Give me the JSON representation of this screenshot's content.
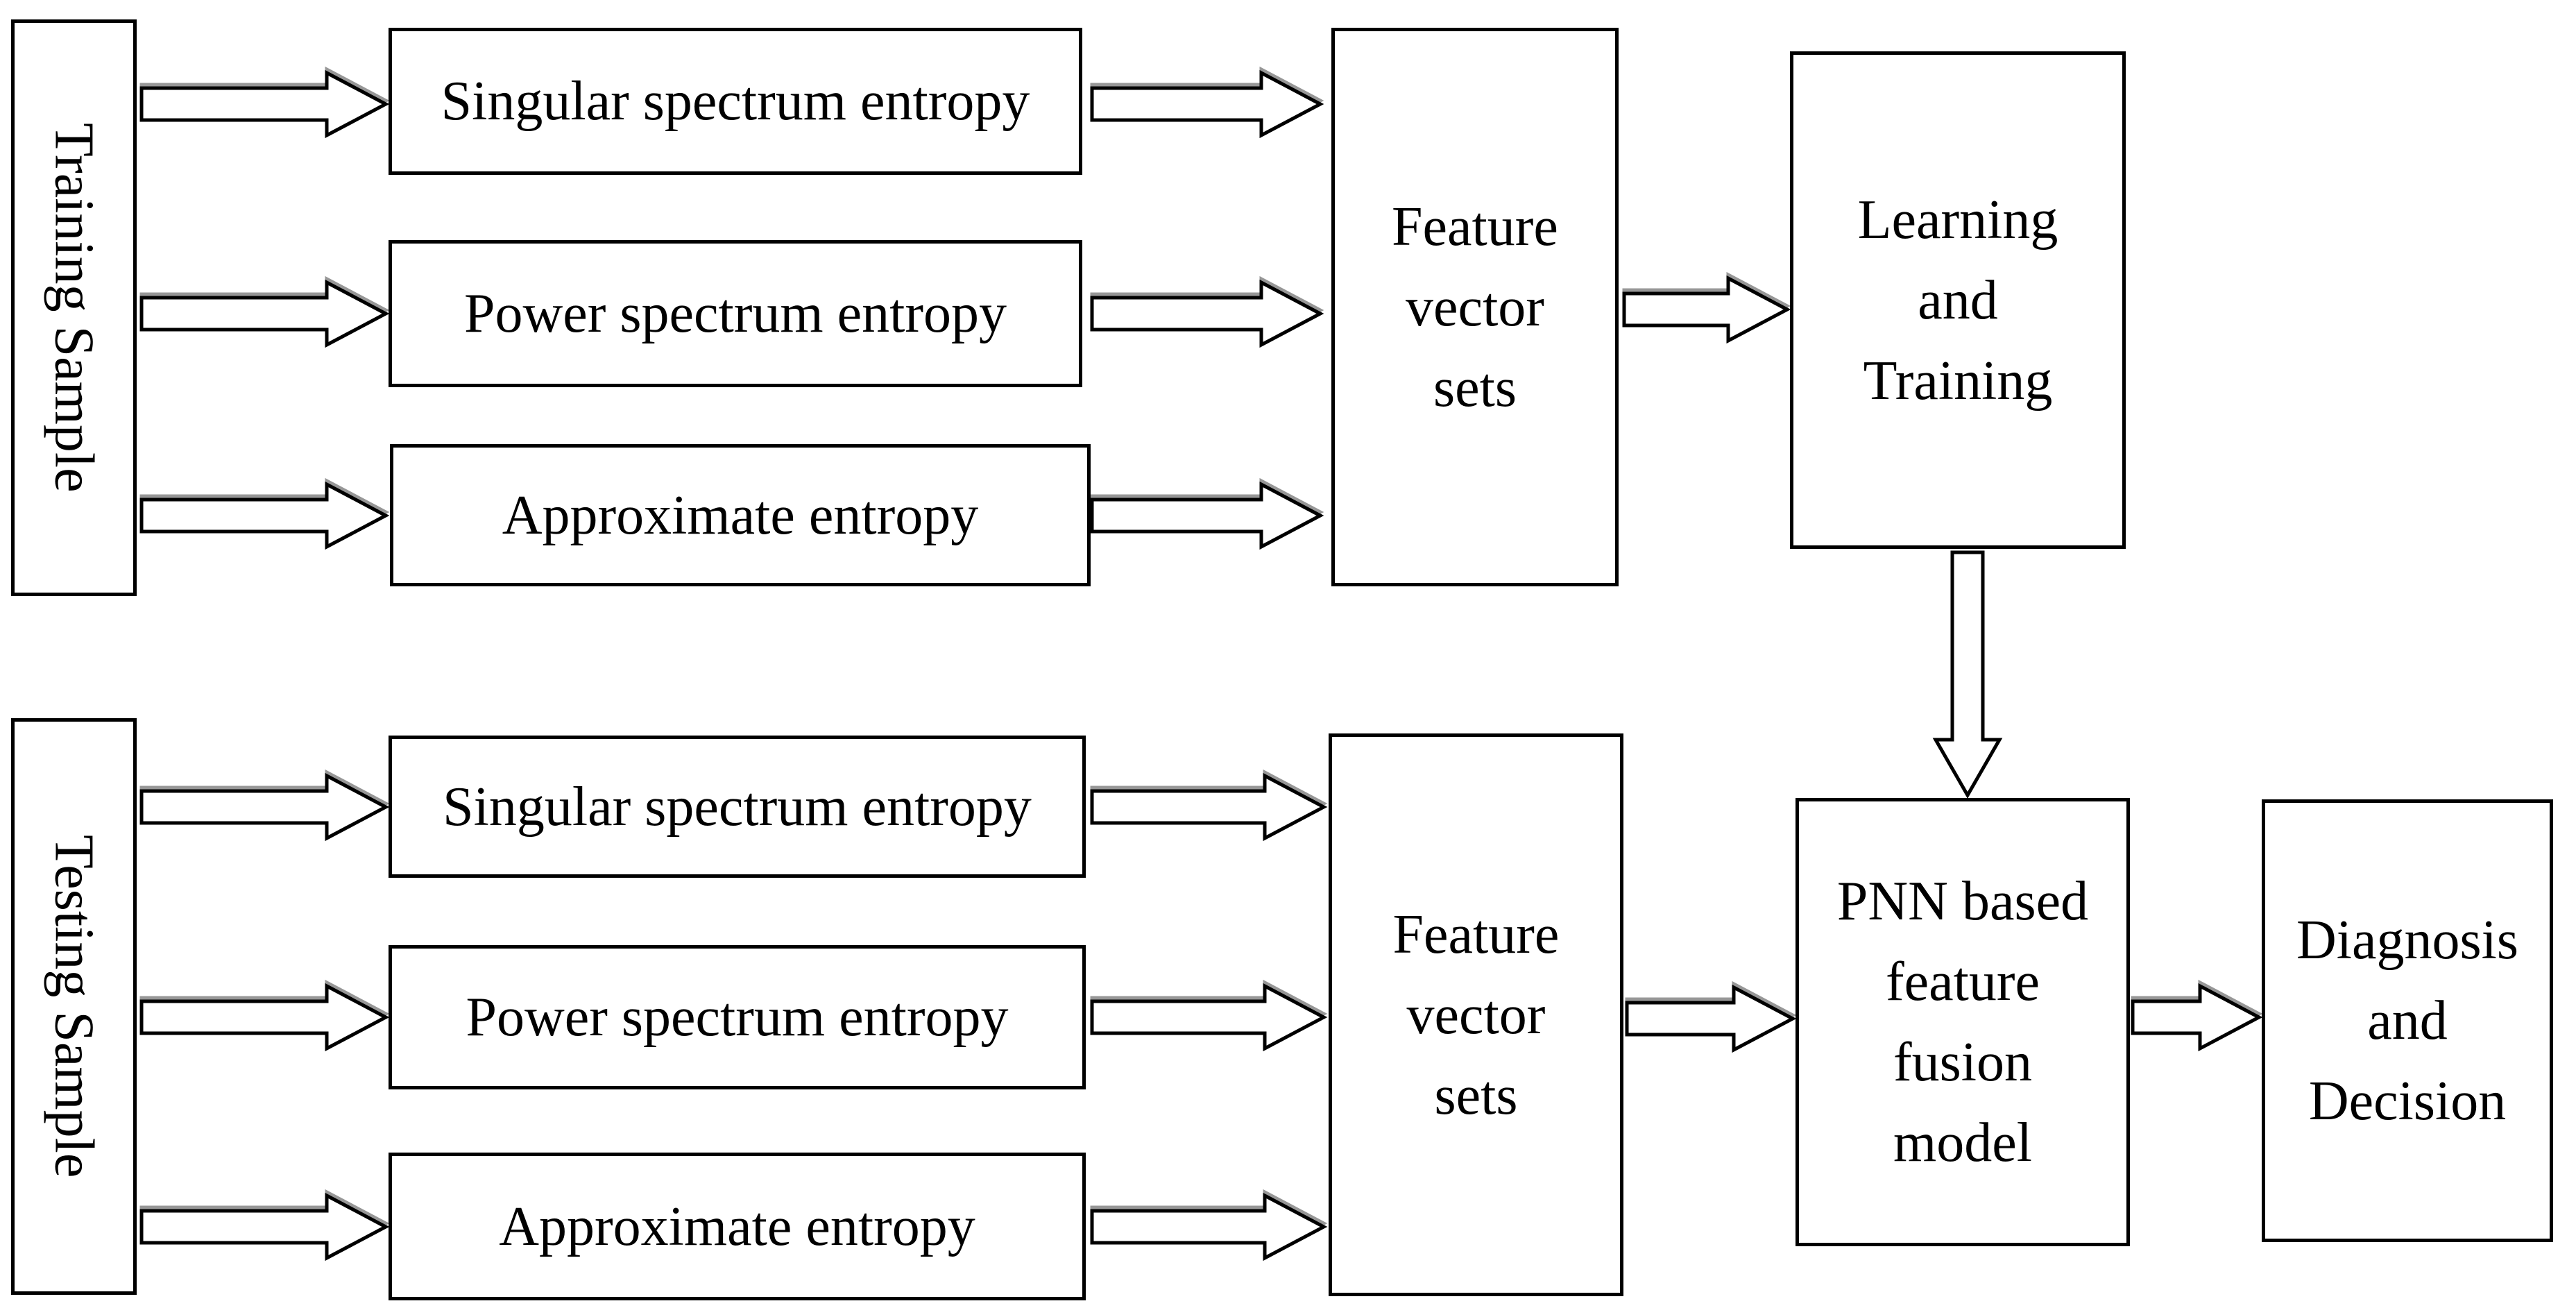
{
  "diagram": {
    "description": "PNN based feature fusion fault diagnosis flow diagram"
  },
  "nodes": {
    "train": {
      "label": "Training Sample"
    },
    "sse1": {
      "label": "Singular spectrum entropy"
    },
    "pse1": {
      "label": "Power spectrum entropy"
    },
    "ae1": {
      "label": "Approximate entropy"
    },
    "fvs1": {
      "label": "Feature\nvector\nsets"
    },
    "learn": {
      "label": "Learning\nand\nTraining"
    },
    "test": {
      "label": "Testing Sample"
    },
    "sse2": {
      "label": "Singular spectrum entropy"
    },
    "pse2": {
      "label": "Power spectrum entropy"
    },
    "ae2": {
      "label": "Approximate entropy"
    },
    "fvs2": {
      "label": "Feature\nvector\nsets"
    },
    "pnn": {
      "label": "PNN based\nfeature\nfusion\nmodel"
    },
    "diag": {
      "label": "Diagnosis\nand\nDecision"
    }
  },
  "colors": {
    "background": "#ffffff",
    "box_fill": "#ffffff",
    "box_border": "#000000",
    "text": "#000000",
    "arrow_fill": "#ffffff",
    "arrow_outline": "#000000",
    "arrow_shadow": "#8c8c8c"
  }
}
